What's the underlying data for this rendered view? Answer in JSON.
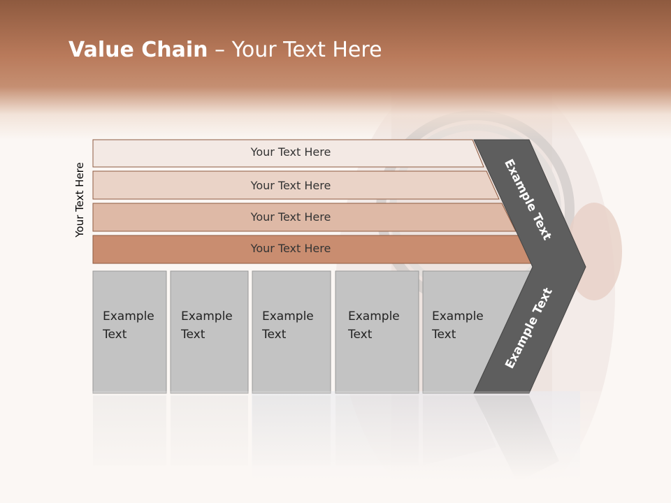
{
  "title": {
    "bold": "Value Chain",
    "rest": " – Your Text Here"
  },
  "side_label": "Your Text Here",
  "bars": [
    {
      "label": "Your Text Here",
      "color": "#f3e9e4"
    },
    {
      "label": "Your Text Here",
      "color": "#ead3c7"
    },
    {
      "label": "Your Text Here",
      "color": "#deb9a6"
    },
    {
      "label": "Your Text Here",
      "color": "#c98d70"
    }
  ],
  "boxes": [
    {
      "line1": "Example",
      "line2": "Text"
    },
    {
      "line1": "Example",
      "line2": "Text"
    },
    {
      "line1": "Example",
      "line2": "Text"
    },
    {
      "line1": "Example",
      "line2": "Text"
    },
    {
      "line1": "Example",
      "line2": "Text"
    }
  ],
  "chevron": {
    "top_label": "Example Text",
    "bottom_label": "Example Text",
    "color": "#5e5e5e"
  }
}
